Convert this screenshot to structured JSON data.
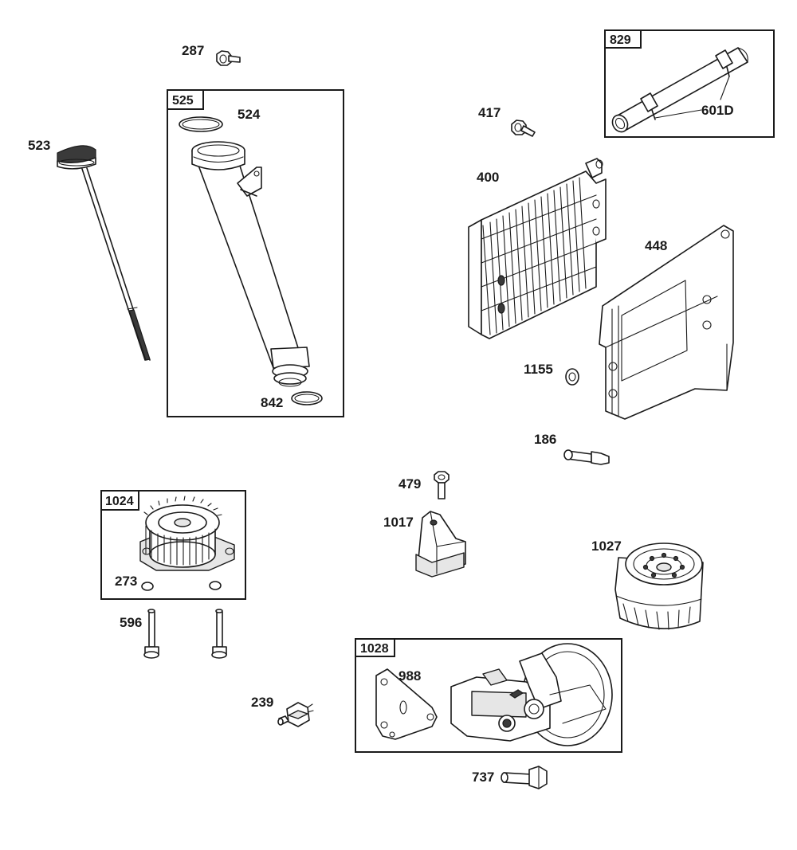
{
  "labels": {
    "p287": "287",
    "p523": "523",
    "p524": "524",
    "p525": "525",
    "p842": "842",
    "p829": "829",
    "p601D": "601D",
    "p417": "417",
    "p400": "400",
    "p448": "448",
    "p1155": "1155",
    "p186": "186",
    "p1024": "1024",
    "p273": "273",
    "p596": "596",
    "p479": "479",
    "p1017": "1017",
    "p1027": "1027",
    "p1028": "1028",
    "p988": "988",
    "p239": "239",
    "p737": "737"
  }
}
